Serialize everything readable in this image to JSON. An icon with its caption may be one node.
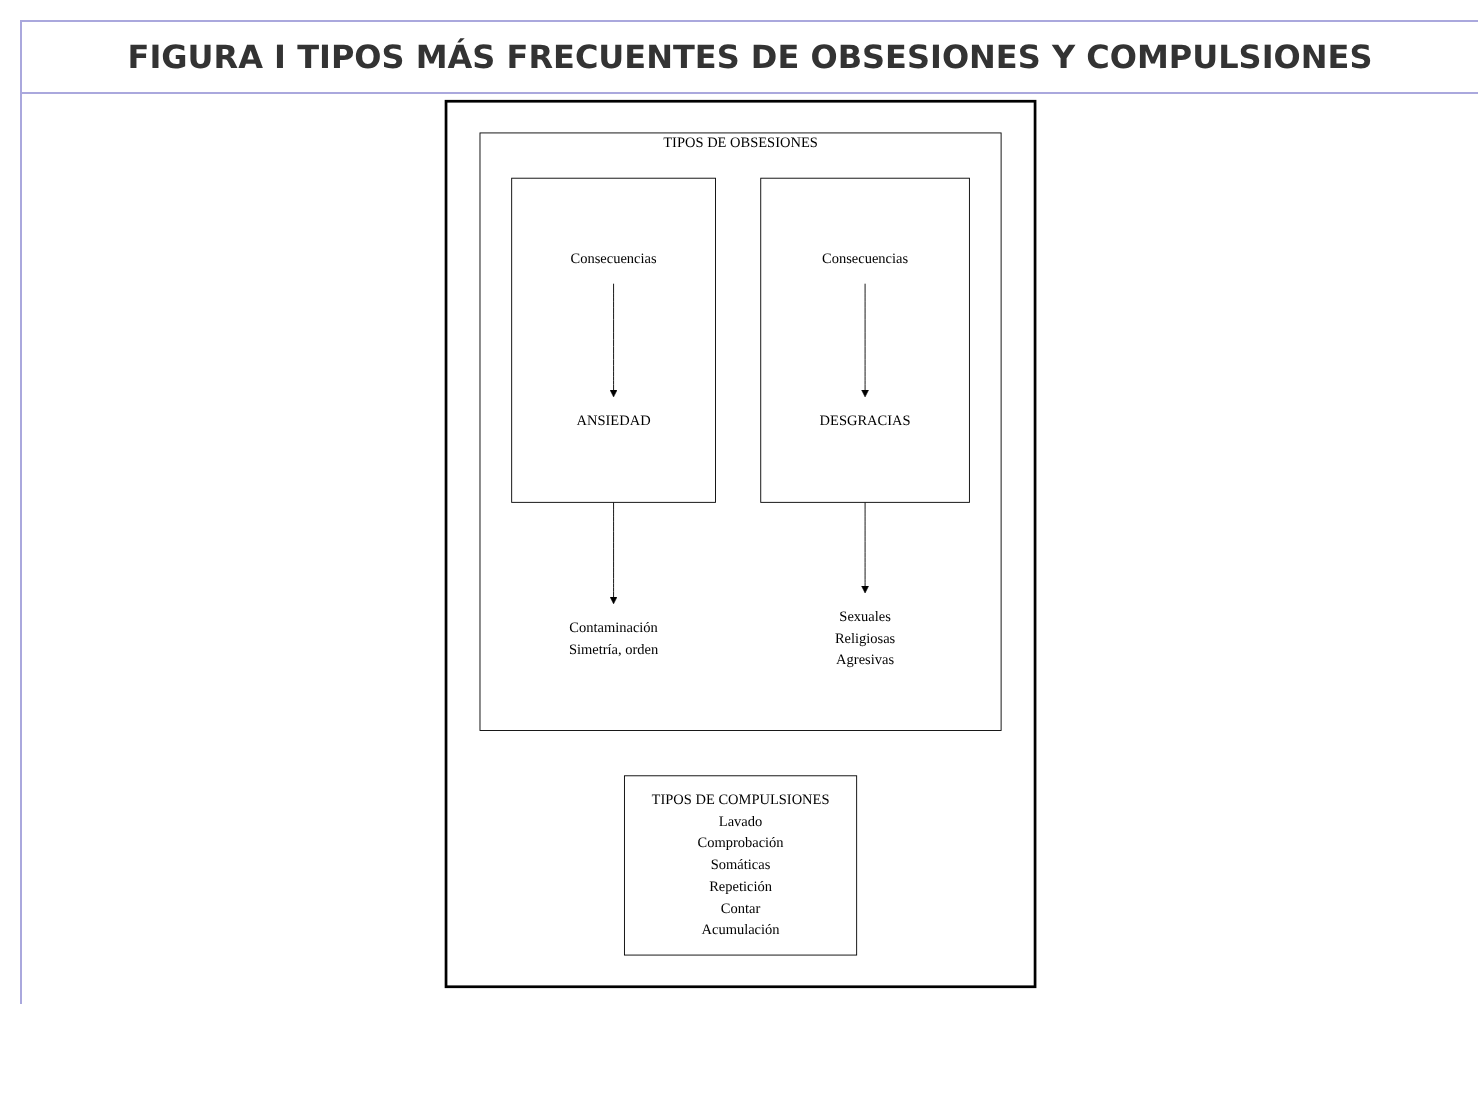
{
  "diagram": {
    "title": "FIGURA I TIPOS MÁS FRECUENTES DE OBSESIONES Y COMPULSIONES",
    "nodes": [
      {
        "text": [],
        "shape": "box"
      },
      {
        "text": [
          "TIPOS DE OBSESIONES"
        ],
        "in": 0
      },
      {
        "text": [],
        "shape": "box",
        "in": 1
      },
      {
        "text": [
          "Consecuencias"
        ],
        "in": 2
      },
      {
        "text": [
          "ANSIEDAD"
        ],
        "in": 2
      },
      {
        "text": [],
        "shape": "box",
        "in": 1
      },
      {
        "text": [
          "Consecuencias"
        ],
        "in": 5
      },
      {
        "text": [
          "DESGRACIAS"
        ],
        "in": 5
      },
      {
        "text": [
          "Contaminación",
          "Simetría, orden"
        ],
        "in": 1
      },
      {
        "text": [
          "Sexuales",
          "Religiosas",
          "Agresivas"
        ],
        "in": 1
      },
      {
        "text": [
          "TIPOS DE COMPULSIONES",
          "Lavado",
          "Comprobación",
          "Somáticas",
          "Repetición",
          "Contar",
          "Acumulación"
        ],
        "in": 0
      }
    ],
    "edges": [
      {
        "from": 3,
        "to": 4,
        "arrow": "to"
      },
      {
        "from": 6,
        "to": 7,
        "arrow": "to"
      },
      {
        "from": 2,
        "to": 8,
        "arrow": "to"
      },
      {
        "from": 5,
        "to": 9,
        "arrow": "to"
      }
    ]
  }
}
